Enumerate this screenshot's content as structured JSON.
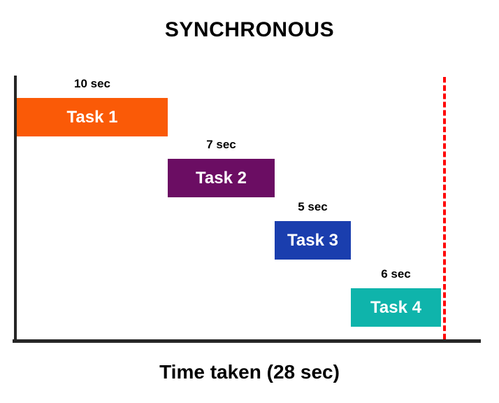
{
  "chart_data": {
    "type": "bar",
    "title": "SYNCHRONOUS",
    "xlabel": "Time taken (28 sec)",
    "x_unit": "sec",
    "xlim": [
      0,
      28
    ],
    "total_time_sec": 28,
    "grid": false,
    "legend": false,
    "tasks": [
      {
        "name": "Task 1",
        "duration_label": "10 sec",
        "duration_sec": 10,
        "start_sec": 0,
        "end_sec": 10,
        "color": "#FA5A07",
        "text_color": "#FFFFFF"
      },
      {
        "name": "Task 2",
        "duration_label": "7 sec",
        "duration_sec": 7,
        "start_sec": 10,
        "end_sec": 17,
        "color": "#6B0D63",
        "text_color": "#FFFFFF"
      },
      {
        "name": "Task 3",
        "duration_label": "5 sec",
        "duration_sec": 5,
        "start_sec": 17,
        "end_sec": 22,
        "color": "#1A3EAE",
        "text_color": "#FFFFFF"
      },
      {
        "name": "Task 4",
        "duration_label": "6 sec",
        "duration_sec": 6,
        "start_sec": 22,
        "end_sec": 28,
        "color": "#0FB4AB",
        "text_color": "#FFFFFF"
      }
    ],
    "deadline_marker_sec": 28
  },
  "colors": {
    "axis": "#262626",
    "deadline_line": "#FF0000",
    "background": "#FFFFFF",
    "label_text": "#000000"
  }
}
